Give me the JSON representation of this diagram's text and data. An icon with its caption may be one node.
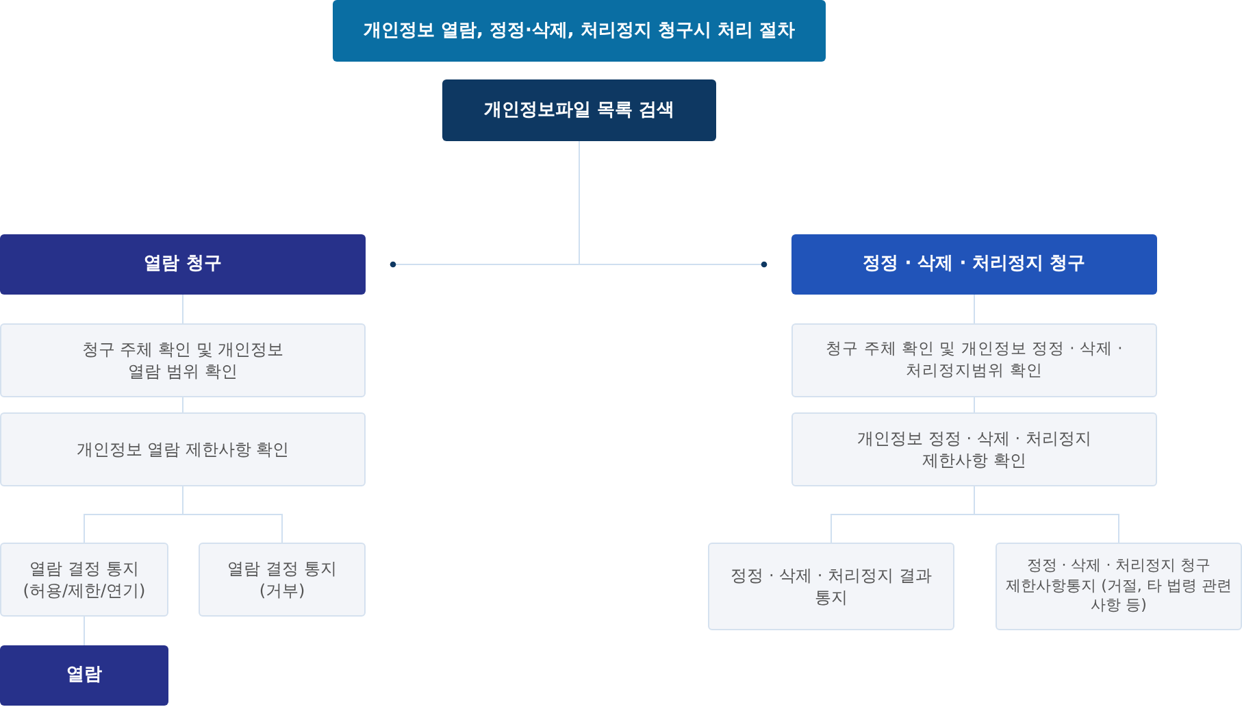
{
  "diagram": {
    "nodes": [
      {
        "text": [
          "개인정보 열람, 정정·삭제, 처리정지 청구시 처리 절차"
        ]
      },
      {
        "text": [
          "개인정보파일 목록 검색"
        ]
      },
      {
        "text": [
          "열람 청구"
        ]
      },
      {
        "text": [
          "정정 · 삭제 · 처리정지 청구"
        ]
      },
      {
        "text": [
          "청구 주체 확인 및 개인정보 열람 범위 확인"
        ]
      },
      {
        "text": [
          "개인정보 열람 제한사항 확인"
        ]
      },
      {
        "text": [
          "열람 결정 통지 (허용/제한/연기)"
        ]
      },
      {
        "text": [
          "열람 결정 통지 (거부)"
        ]
      },
      {
        "text": [
          "열람"
        ]
      },
      {
        "text": [
          "청구 주체 확인 및 개인정보 정정 · 삭제 · 처리정지범위 확인"
        ]
      },
      {
        "text": [
          "개인정보 정정 · 삭제 · 처리정지 제한사항 확인"
        ]
      },
      {
        "text": [
          "정정 · 삭제 · 처리정지 결과 통지"
        ]
      },
      {
        "text": [
          "정정 · 삭제 · 처리정지 청구 제한사항통지 (거절, 타 법령 관련 사항 등)"
        ]
      }
    ],
    "edges": [
      {
        "from": 1,
        "to": 2,
        "arrow": "other"
      },
      {
        "from": 1,
        "to": 3,
        "arrow": "other"
      },
      {
        "from": 2,
        "to": 4,
        "arrow": "none"
      },
      {
        "from": 4,
        "to": 5,
        "arrow": "none"
      },
      {
        "from": 5,
        "to": 6,
        "arrow": "none"
      },
      {
        "from": 5,
        "to": 7,
        "arrow": "none"
      },
      {
        "from": 6,
        "to": 8,
        "arrow": "none"
      },
      {
        "from": 3,
        "to": 9,
        "arrow": "none"
      },
      {
        "from": 9,
        "to": 10,
        "arrow": "none"
      },
      {
        "from": 10,
        "to": 11,
        "arrow": "none"
      },
      {
        "from": 10,
        "to": 12,
        "arrow": "none"
      }
    ]
  }
}
